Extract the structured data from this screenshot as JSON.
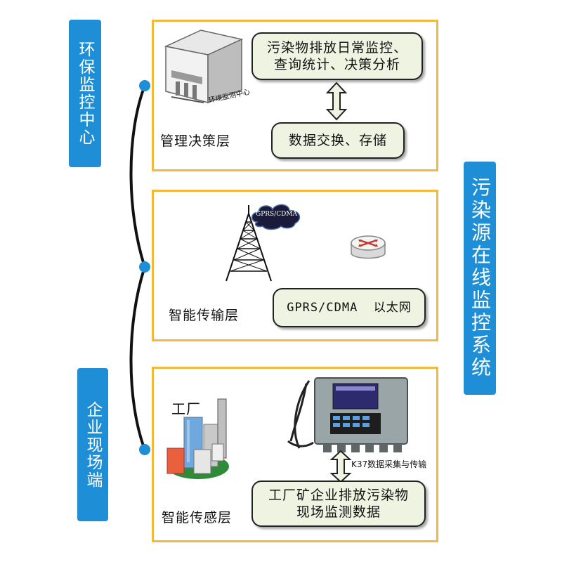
{
  "left_tabs": {
    "top": "环保监控中心",
    "bottom": "企业现场端"
  },
  "right_tab": "污染源在线监控系统",
  "layers": {
    "management": {
      "label": "管理决策层",
      "building_caption": "环境监测中心",
      "top_box": [
        "污染物排放日常监控、",
        "查询统计、决策分析"
      ],
      "bottom_box": "数据交换、存储"
    },
    "transmission": {
      "label": "智能传输层",
      "cloud_text": "GPRS/CDMA",
      "network_box": "GPRS/CDMA  以太网"
    },
    "sensing": {
      "label": "智能传感层",
      "factory_caption": "工厂",
      "device_caption": "K37数据采集与传输",
      "data_box": [
        "工厂矿企业排放污染物",
        "现场监测数据"
      ]
    }
  },
  "colors": {
    "tab_blue": "#1e8fd6",
    "panel_border": "#f2b93b",
    "box_fill": "#eef3e2",
    "connector_dot": "#1e8fd6"
  }
}
